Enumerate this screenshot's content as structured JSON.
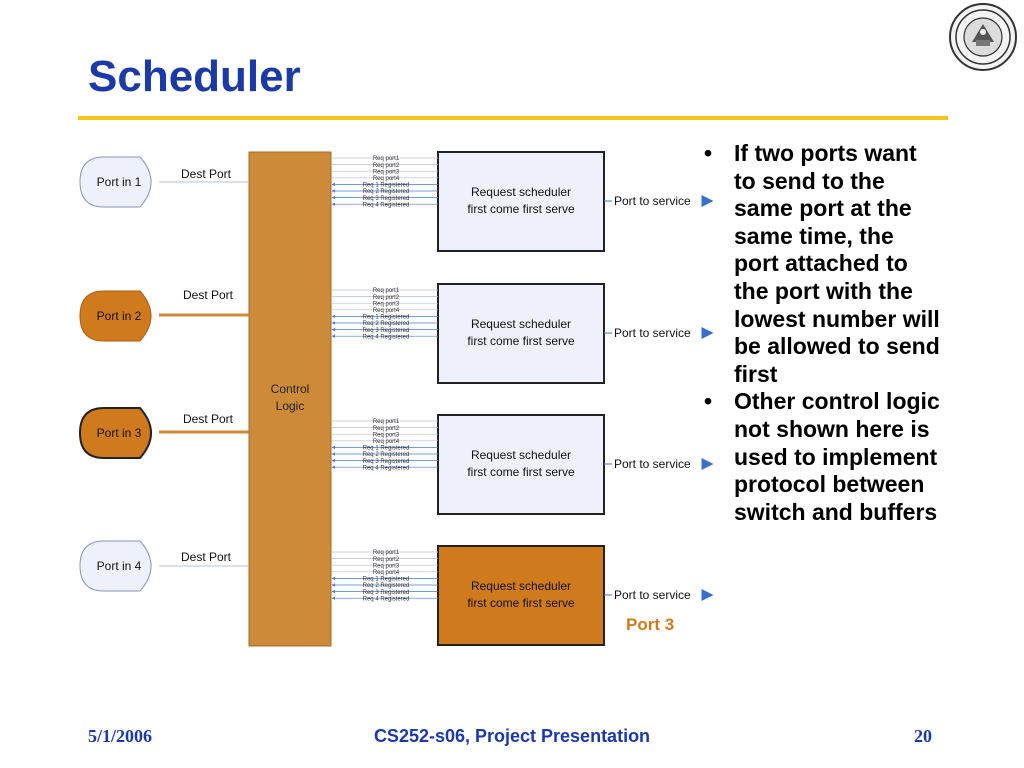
{
  "slide": {
    "title": "Scheduler",
    "bullets": [
      "If two ports want to send to the same port at the same time, the port attached to the port with the lowest number will be allowed to send first",
      "Other control logic not shown here is used to implement protocol between switch and buffers"
    ],
    "footer_date": "5/1/2006",
    "footer_center": "CS252-s06, Project Presentation",
    "page_number": "20"
  },
  "diagram": {
    "control_logic": "Control Logic",
    "ports": [
      {
        "label": "Port in 1",
        "dest_label": "Dest Port",
        "highlight": false
      },
      {
        "label": "Port in 2",
        "dest_label": "Dest Port",
        "highlight": true
      },
      {
        "label": "Port in 3",
        "dest_label": "Dest Port",
        "highlight": true
      },
      {
        "label": "Port in 4",
        "dest_label": "Dest Port",
        "highlight": false
      }
    ],
    "schedulers": [
      {
        "line1": "Request scheduler",
        "line2": "first come first serve",
        "highlight": false
      },
      {
        "line1": "Request scheduler",
        "line2": "first come first serve",
        "highlight": false
      },
      {
        "line1": "Request scheduler",
        "line2": "first come first serve",
        "highlight": false
      },
      {
        "line1": "Request scheduler",
        "line2": "first come first serve",
        "highlight": true
      }
    ],
    "signals": [
      "Req port1",
      "Req port2",
      "Req port3",
      "Req port4",
      "Req 1 Registered",
      "Req 2 Registered",
      "Req 3 Registered",
      "Req 4 Registered"
    ],
    "output_label": "Port to service",
    "port3_label": "Port 3"
  },
  "colors": {
    "title_blue": "#1b3aa8",
    "rule_yellow": "#f2c51b",
    "control_orange": "#cd8b3a",
    "highlight_orange": "#d07a1e",
    "port_plain_fill": "#eef1fb",
    "scheduler_fill": "#eef1fb"
  }
}
